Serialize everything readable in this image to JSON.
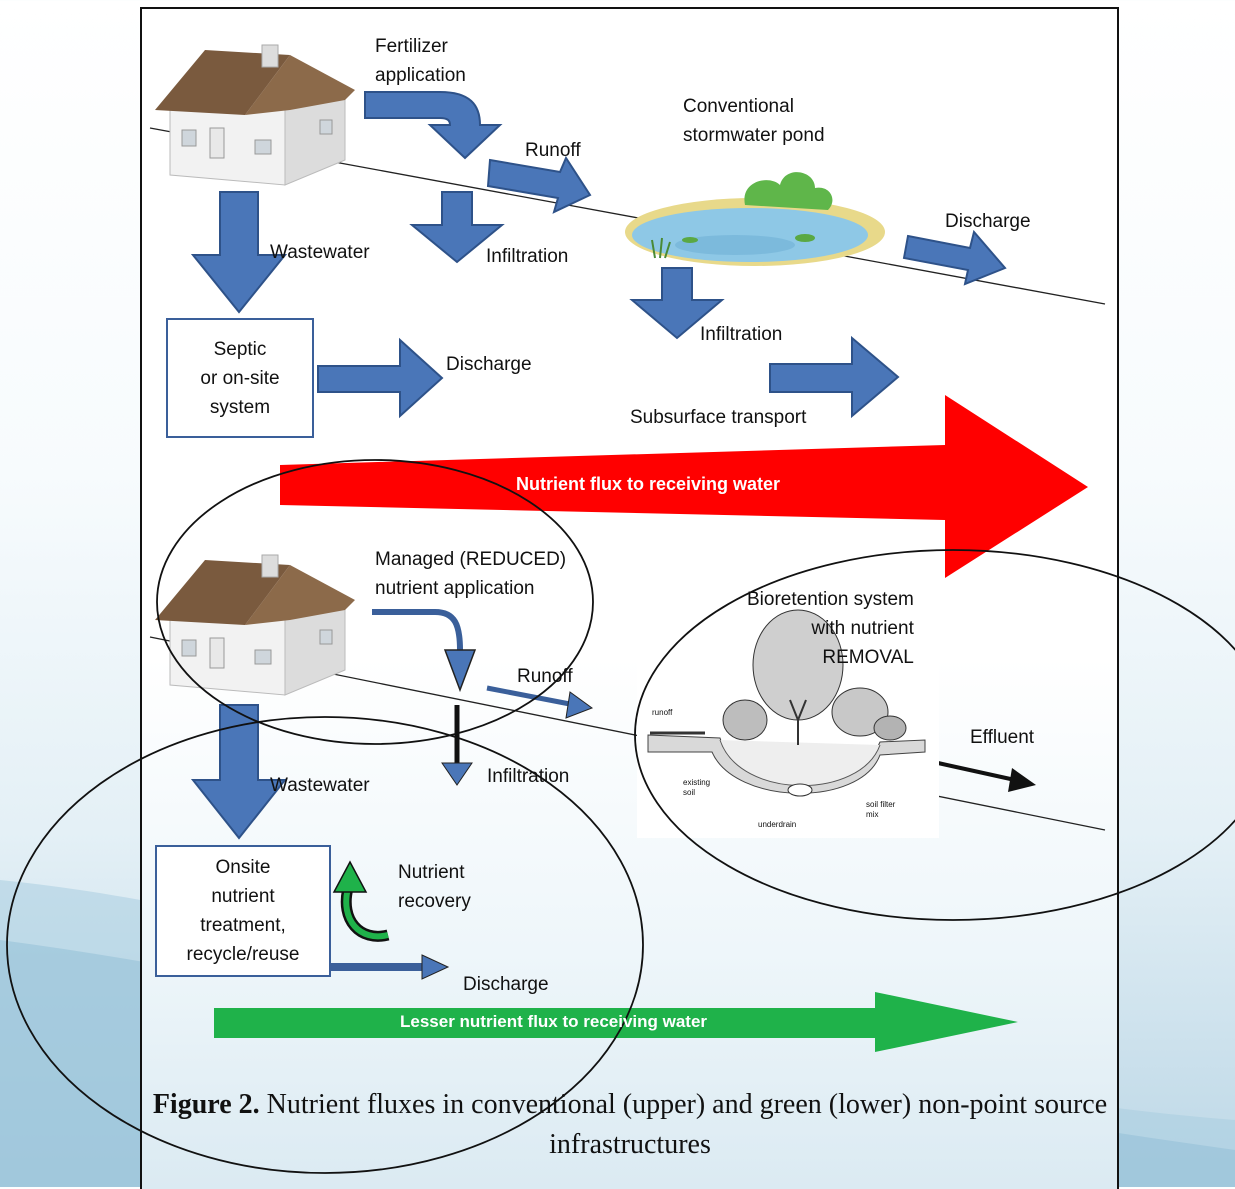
{
  "upper": {
    "fertilizer": "Fertilizer\napplication",
    "runoff": "Runoff",
    "pond_label": "Conventional\nstormwater pond",
    "discharge_pond": "Discharge",
    "wastewater": "Wastewater",
    "infiltration_house": "Infiltration",
    "septic_box": "Septic\nor on-site\nsystem",
    "discharge_septic": "Discharge",
    "infiltration_pond": "Infiltration",
    "subsurface": "Subsurface transport",
    "flux_arrow": "Nutrient flux to receiving water"
  },
  "lower": {
    "managed": "Managed (REDUCED)\nnutrient application",
    "bioretention": "Bioretention system\nwith nutrient\nREMOVAL",
    "runoff": "Runoff",
    "effluent": "Effluent",
    "wastewater": "Wastewater",
    "infiltration": "Infiltration",
    "onsite_box": "Onsite\nnutrient\ntreatment,\nrecycle/reuse",
    "nutrient_recovery": "Nutrient\nrecovery",
    "discharge": "Discharge",
    "flux_arrow": "Lesser nutrient flux to receiving water"
  },
  "bio_sketch_labels": {
    "runoff": "runoff",
    "existing_soil": "existing\nsoil",
    "soil_filter": "soil filter\nmix",
    "underdrain": "underdrain"
  },
  "caption": {
    "prefix": "Figure 2.",
    "text": " Nutrient fluxes  in conventional (upper) and green (lower) non-point source infrastructures"
  },
  "colors": {
    "blue_arrow": "#4a76b8",
    "red_arrow": "#ff0000",
    "green_arrow": "#1fb24a",
    "box_border": "#3a5f9a"
  }
}
